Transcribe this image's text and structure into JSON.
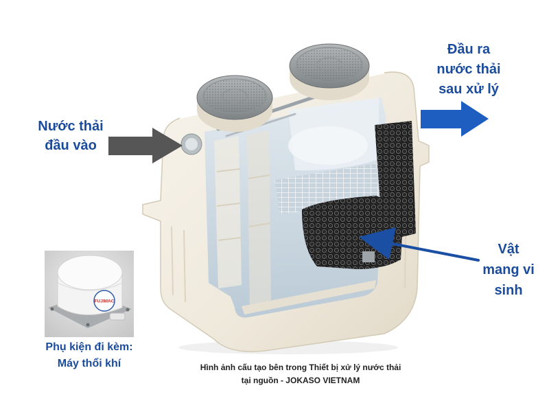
{
  "labels": {
    "inlet": [
      "Nước thải",
      "đầu vào"
    ],
    "outlet": [
      "Đầu ra",
      "nước thải",
      "sau xử lý"
    ],
    "media": [
      "Vật",
      "mang vi",
      "sinh"
    ],
    "accessory": [
      "Phụ kiện đi kèm:",
      "Máy thổi khí"
    ]
  },
  "caption": [
    "Hình ảnh cấu tạo bên trong Thiết bị xử lý nước thải",
    "tại nguồn - JOKASO VIETNAM"
  ],
  "blower": {
    "logo_text": "FUJIMAC"
  },
  "icons": {
    "inlet_arrow": "arrow-right-icon",
    "outlet_arrow": "arrow-right-icon",
    "media_pointer": "arrow-left-icon"
  },
  "colors": {
    "background": "#ffffff",
    "label_text": "#1b4b9b",
    "inlet_arrow": "#565656",
    "outlet_arrow": "#1f5ec1",
    "media_arrow": "#1a4fa3",
    "caption_text": "#1f1f1f",
    "tank_body": "#efe9dc",
    "bio_media": "#1c1c1c"
  }
}
